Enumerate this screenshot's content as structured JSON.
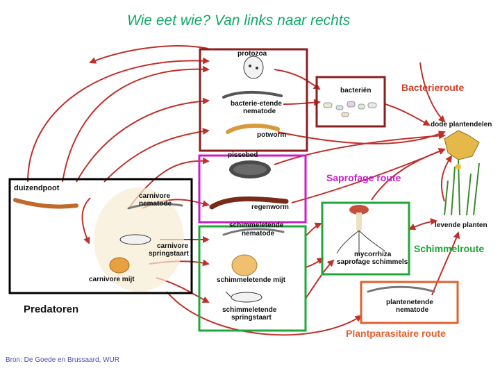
{
  "title": "Wie eet wie? Van links naar rechts",
  "source": "Bron: De Goede en Brussaard, WUR",
  "routes": {
    "bacterie": {
      "label": "Bacterieroute",
      "color": "#d0402a"
    },
    "saprofaag": {
      "label": "Saprofage route",
      "color": "#c81ec8"
    },
    "schimmel": {
      "label": "Schimmelroute",
      "color": "#1ea83a"
    },
    "plantparasitair": {
      "label": "Plantparasitaire route",
      "color": "#e06030"
    }
  },
  "predators_label": "Predatoren",
  "organisms": {
    "protozoa": "protozoa",
    "bacterie_nematode_1": "bacterie-etende",
    "bacterie_nematode_2": "nematode",
    "potworm": "potworm",
    "bacterien": "bacteriën",
    "dode_plantendelen": "dode plantendelen",
    "pissebed": "pissebed",
    "regenworm": "regenworm",
    "levende_planten": "levende planten",
    "mycorrhiza": "mycorrhiza",
    "saprofage_schimmels": "saprofage schimmels",
    "schimmel_nematode_1": "schimmeletende",
    "schimmel_nematode_2": "nematode",
    "schimmel_mijt": "schimmeletende mijt",
    "schimmel_springstaart_1": "schimmeletende",
    "schimmel_springstaart_2": "springstaart",
    "plant_nematode_1": "plantenetende",
    "plant_nematode_2": "nematode",
    "duizendpoot": "duizendpoot",
    "carn_nematode_1": "carnivore",
    "carn_nematode_2": "nematode",
    "carn_springstaart_1": "carnivore",
    "carn_springstaart_2": "springstaart",
    "carn_mijt": "carnivore mijt"
  },
  "colors": {
    "arrow": "#c0302a",
    "dark_red_box": "#8b1e1e",
    "title": "#12a86a",
    "predator_box": "#000000"
  }
}
